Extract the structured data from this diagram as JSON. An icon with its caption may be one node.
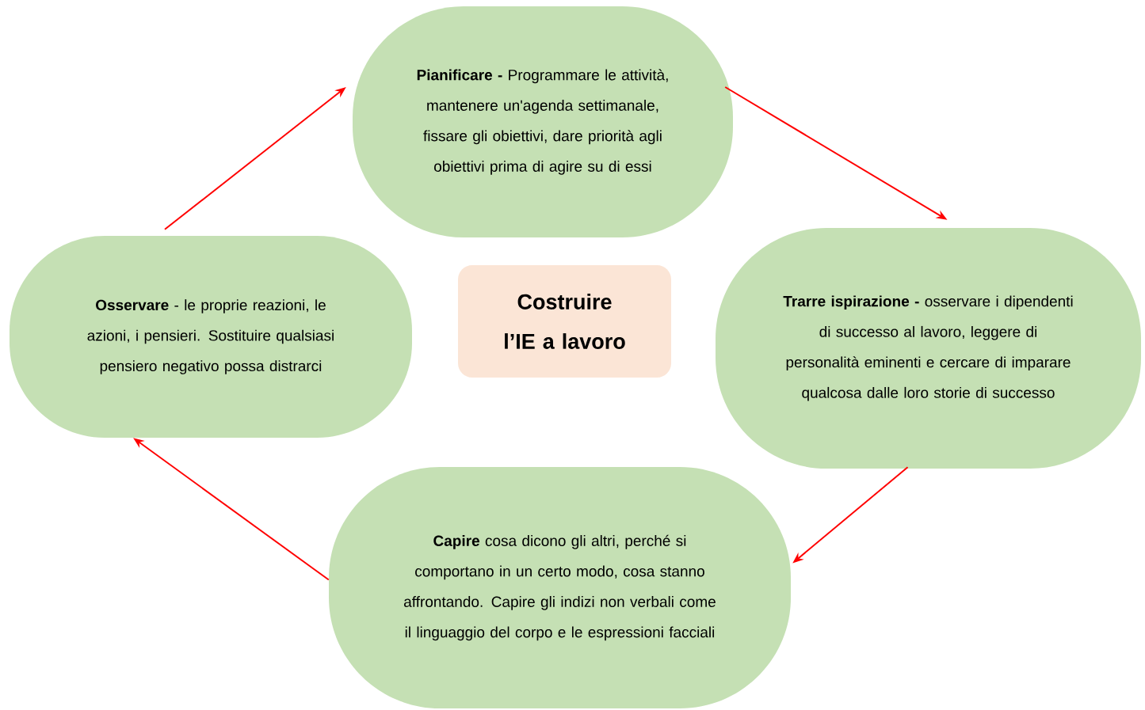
{
  "diagram": {
    "nodes": [
      {
        "text": [
          "**Pianificare -** Programmare le attività, mantenere un'agenda settimanale, fissare gli obiettivi, dare priorità agli obiettivi prima di agire su di essi"
        ]
      },
      {
        "text": [
          "**Osservare** - le proprie reazioni, le azioni, i pensieri. Sostituire qualsiasi pensiero negativo possa distrarci"
        ]
      },
      {
        "text": [
          "Costruire l’IE a lavoro"
        ]
      },
      {
        "text": [
          "**Trarre ispirazione -** osservare i dipendenti di successo al lavoro, leggere di personalità eminenti e cercare di imparare qualcosa dalle loro storie di successo"
        ]
      },
      {
        "text": [
          "**Capire** cosa dicono gli altri, perché si comportano in un certo modo, cosa stanno affrontando. Capire gli indizi non verbali come il linguaggio del corpo e le espressioni facciali"
        ]
      }
    ],
    "edges": [
      {
        "from": 0,
        "to": 3,
        "arrow": "to"
      },
      {
        "from": 3,
        "to": 4,
        "arrow": "to"
      },
      {
        "from": 4,
        "to": 1,
        "arrow": "to"
      },
      {
        "from": 1,
        "to": 0,
        "arrow": "to"
      }
    ]
  }
}
